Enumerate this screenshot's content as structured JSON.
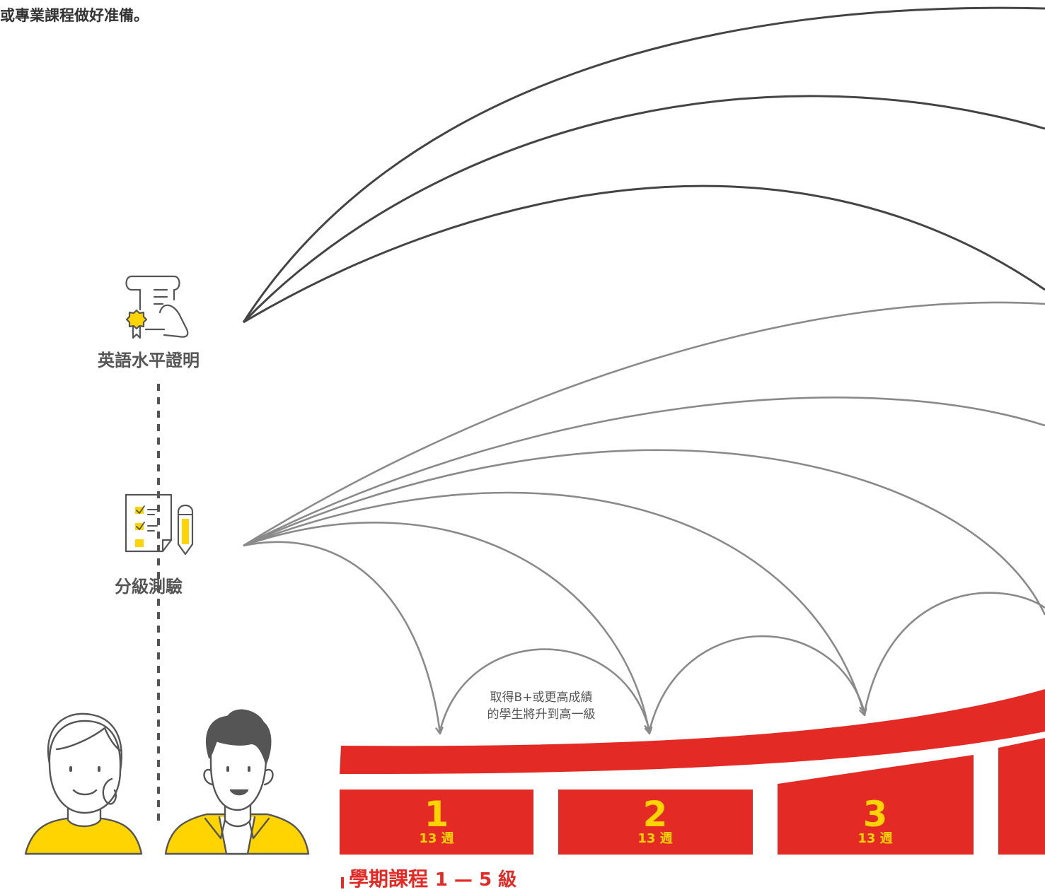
{
  "intro_text": "或專業課程做好准備。",
  "icons": {
    "certificate": {
      "label": "英語水平證明",
      "icon": "certificate-icon"
    },
    "placement": {
      "label": "分級測驗",
      "icon": "placement-test-icon"
    }
  },
  "note": {
    "line1": "取得B+或更高成績",
    "line2": "的學生將升到高一級"
  },
  "levels": [
    {
      "number": "1",
      "weeks": "13 週"
    },
    {
      "number": "2",
      "weeks": "13 週"
    },
    {
      "number": "3",
      "weeks": "13 週"
    }
  ],
  "caption": {
    "title": "學期課程",
    "range": "1 — 5 級"
  },
  "colors": {
    "accent_red": "#e42a24",
    "accent_yellow": "#ffd400",
    "arrow_dark": "#444444",
    "arrow_gray": "#8a8a8a"
  }
}
